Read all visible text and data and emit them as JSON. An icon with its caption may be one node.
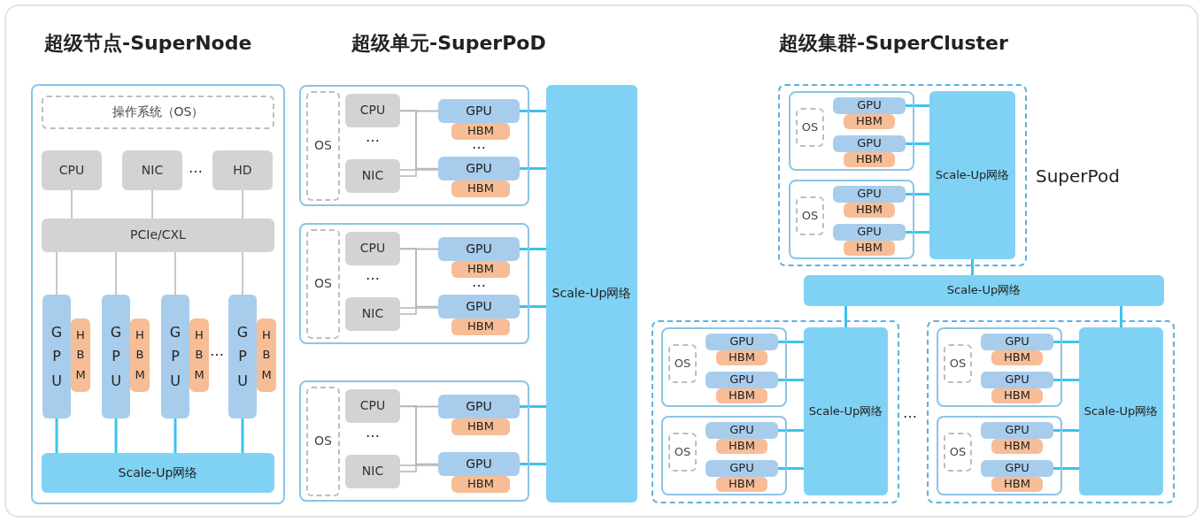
{
  "diagram": {
    "nodes": [
      {
        "text": [],
        "shape": "box"
      },
      {
        "text": [
          "操作系统（OS）"
        ],
        "in": 0
      },
      {
        "text": [
          "CPU"
        ],
        "in": 0
      },
      {
        "text": [
          "NIC"
        ],
        "in": 0
      },
      {
        "text": [
          "HD"
        ],
        "in": 0
      },
      {
        "text": [
          "PCIe/CXL"
        ],
        "in": 0
      },
      {
        "text": [
          "GPU"
        ],
        "in": 0
      },
      {
        "text": [
          "HBM"
        ],
        "in": 0
      },
      {
        "text": [
          "GPU"
        ],
        "in": 0
      },
      {
        "text": [
          "HBM"
        ],
        "in": 0
      },
      {
        "text": [
          "GPU"
        ],
        "in": 0
      },
      {
        "text": [
          "HBM"
        ],
        "in": 0
      },
      {
        "text": [
          "GPU"
        ],
        "in": 0
      },
      {
        "text": [
          "HBM"
        ],
        "in": 0
      },
      {
        "text": [
          "Scale-Up网络"
        ],
        "in": 0
      },
      {
        "text": [],
        "shape": "box"
      },
      {
        "text": [
          "OS"
        ],
        "in": 15
      },
      {
        "text": [
          "CPU"
        ],
        "in": 15
      },
      {
        "text": [
          "NIC"
        ],
        "in": 15
      },
      {
        "text": [
          "GPU"
        ],
        "in": 15
      },
      {
        "text": [
          "HBM"
        ],
        "in": 15
      },
      {
        "text": [
          "GPU"
        ],
        "in": 15
      },
      {
        "text": [
          "HBM"
        ],
        "in": 15
      },
      {
        "text": [],
        "shape": "box"
      },
      {
        "text": [
          "OS"
        ],
        "in": 23
      },
      {
        "text": [
          "CPU"
        ],
        "in": 23
      },
      {
        "text": [
          "NIC"
        ],
        "in": 23
      },
      {
        "text": [
          "GPU"
        ],
        "in": 23
      },
      {
        "text": [
          "HBM"
        ],
        "in": 23
      },
      {
        "text": [
          "GPU"
        ],
        "in": 23
      },
      {
        "text": [
          "HBM"
        ],
        "in": 23
      },
      {
        "text": [],
        "shape": "box"
      },
      {
        "text": [
          "OS"
        ],
        "in": 31
      },
      {
        "text": [
          "CPU"
        ],
        "in": 31
      },
      {
        "text": [
          "NIC"
        ],
        "in": 31
      },
      {
        "text": [
          "GPU"
        ],
        "in": 31
      },
      {
        "text": [
          "HBM"
        ],
        "in": 31
      },
      {
        "text": [
          "GPU"
        ],
        "in": 31
      },
      {
        "text": [
          "HBM"
        ],
        "in": 31
      },
      {
        "text": [
          "Scale-Up网络"
        ]
      },
      {
        "text": [],
        "shape": "box",
        "beside": [
          "SuperPod"
        ]
      },
      {
        "text": [],
        "shape": "box",
        "in": 40
      },
      {
        "text": [
          "OS"
        ],
        "in": 41
      },
      {
        "text": [
          "GPU"
        ],
        "in": 41
      },
      {
        "text": [
          "HBM"
        ],
        "in": 41
      },
      {
        "text": [
          "GPU"
        ],
        "in": 41
      },
      {
        "text": [
          "HBM"
        ],
        "in": 41
      },
      {
        "text": [],
        "shape": "box",
        "in": 40
      },
      {
        "text": [
          "OS"
        ],
        "in": 47
      },
      {
        "text": [
          "GPU"
        ],
        "in": 47
      },
      {
        "text": [
          "HBM"
        ],
        "in": 47
      },
      {
        "text": [
          "GPU"
        ],
        "in": 47
      },
      {
        "text": [
          "HBM"
        ],
        "in": 47
      },
      {
        "text": [
          "Scale-Up网络"
        ],
        "in": 40
      },
      {
        "text": [
          "Scale-Up网络"
        ]
      },
      {
        "text": [],
        "shape": "box"
      },
      {
        "text": [],
        "shape": "box",
        "in": 55
      },
      {
        "text": [
          "OS"
        ],
        "in": 56
      },
      {
        "text": [
          "GPU"
        ],
        "in": 56
      },
      {
        "text": [
          "HBM"
        ],
        "in": 56
      },
      {
        "text": [
          "GPU"
        ],
        "in": 56
      },
      {
        "text": [
          "HBM"
        ],
        "in": 56
      },
      {
        "text": [],
        "shape": "box",
        "in": 55
      },
      {
        "text": [
          "OS"
        ],
        "in": 62
      },
      {
        "text": [
          "GPU"
        ],
        "in": 62
      },
      {
        "text": [
          "HBM"
        ],
        "in": 62
      },
      {
        "text": [
          "GPU"
        ],
        "in": 62
      },
      {
        "text": [
          "HBM"
        ],
        "in": 62
      },
      {
        "text": [
          "Scale-Up网络"
        ],
        "in": 55
      },
      {
        "text": [],
        "shape": "box"
      },
      {
        "text": [],
        "shape": "box",
        "in": 69
      },
      {
        "text": [
          "OS"
        ],
        "in": 70
      },
      {
        "text": [
          "GPU"
        ],
        "in": 70
      },
      {
        "text": [
          "HBM"
        ],
        "in": 70
      },
      {
        "text": [
          "GPU"
        ],
        "in": 70
      },
      {
        "text": [
          "HBM"
        ],
        "in": 70
      },
      {
        "text": [],
        "shape": "box",
        "in": 69
      },
      {
        "text": [
          "OS"
        ],
        "in": 76
      },
      {
        "text": [
          "GPU"
        ],
        "in": 76
      },
      {
        "text": [
          "HBM"
        ],
        "in": 76
      },
      {
        "text": [
          "GPU"
        ],
        "in": 76
      },
      {
        "text": [
          "HBM"
        ],
        "in": 76
      },
      {
        "text": [
          "Scale-Up网络"
        ],
        "in": 69
      }
    ],
    "edges": [
      {
        "from": 2,
        "to": 5,
        "arrow": "none",
        "color": "#b5b5b5"
      },
      {
        "from": 3,
        "to": 5,
        "arrow": "none",
        "color": "#b5b5b5"
      },
      {
        "from": 4,
        "to": 5,
        "arrow": "none",
        "color": "#b5b5b5"
      },
      {
        "from": 5,
        "to": 6,
        "arrow": "none",
        "color": "#b5b5b5"
      },
      {
        "from": 5,
        "to": 8,
        "arrow": "none",
        "color": "#b5b5b5"
      },
      {
        "from": 5,
        "to": 10,
        "arrow": "none",
        "color": "#b5b5b5"
      },
      {
        "from": 5,
        "to": 12,
        "arrow": "none",
        "color": "#b5b5b5"
      },
      {
        "from": 6,
        "to": 14,
        "arrow": "none"
      },
      {
        "from": 8,
        "to": 14,
        "arrow": "none"
      },
      {
        "from": 10,
        "to": 14,
        "arrow": "none"
      },
      {
        "from": 12,
        "to": 14,
        "arrow": "none"
      },
      {
        "from": 17,
        "to": 19,
        "arrow": "none",
        "color": "#b5b5b5"
      },
      {
        "from": 17,
        "to": 21,
        "arrow": "none",
        "color": "#b5b5b5"
      },
      {
        "from": 18,
        "to": 19,
        "arrow": "none",
        "color": "#b5b5b5"
      },
      {
        "from": 18,
        "to": 21,
        "arrow": "none",
        "color": "#b5b5b5"
      },
      {
        "from": 19,
        "to": 39,
        "arrow": "none"
      },
      {
        "from": 21,
        "to": 39,
        "arrow": "none"
      },
      {
        "from": 25,
        "to": 27,
        "arrow": "none",
        "color": "#b5b5b5"
      },
      {
        "from": 25,
        "to": 29,
        "arrow": "none",
        "color": "#b5b5b5"
      },
      {
        "from": 26,
        "to": 27,
        "arrow": "none",
        "color": "#b5b5b5"
      },
      {
        "from": 26,
        "to": 29,
        "arrow": "none",
        "color": "#b5b5b5"
      },
      {
        "from": 27,
        "to": 39,
        "arrow": "none"
      },
      {
        "from": 29,
        "to": 39,
        "arrow": "none"
      },
      {
        "from": 33,
        "to": 35,
        "arrow": "none",
        "color": "#b5b5b5"
      },
      {
        "from": 33,
        "to": 37,
        "arrow": "none",
        "color": "#b5b5b5"
      },
      {
        "from": 34,
        "to": 35,
        "arrow": "none",
        "color": "#b5b5b5"
      },
      {
        "from": 34,
        "to": 37,
        "arrow": "none",
        "color": "#b5b5b5"
      },
      {
        "from": 35,
        "to": 39,
        "arrow": "none"
      },
      {
        "from": 37,
        "to": 39,
        "arrow": "none"
      },
      {
        "from": 43,
        "to": 53,
        "arrow": "none"
      },
      {
        "from": 45,
        "to": 53,
        "arrow": "none"
      },
      {
        "from": 49,
        "to": 53,
        "arrow": "none"
      },
      {
        "from": 51,
        "to": 53,
        "arrow": "none"
      },
      {
        "from": 53,
        "to": 54,
        "arrow": "none"
      },
      {
        "from": 54,
        "to": 68,
        "arrow": "none"
      },
      {
        "from": 54,
        "to": 82,
        "arrow": "none"
      },
      {
        "from": 58,
        "to": 68,
        "arrow": "none"
      },
      {
        "from": 60,
        "to": 68,
        "arrow": "none"
      },
      {
        "from": 64,
        "to": 68,
        "arrow": "none"
      },
      {
        "from": 66,
        "to": 68,
        "arrow": "none"
      },
      {
        "from": 72,
        "to": 82,
        "arrow": "none"
      },
      {
        "from": 74,
        "to": 82,
        "arrow": "none"
      },
      {
        "from": 78,
        "to": 82,
        "arrow": "none"
      },
      {
        "from": 80,
        "to": 82,
        "arrow": "none"
      }
    ],
    "labels": [
      "超级节点-SuperNode",
      "超级单元-SuperPoD",
      "超级集群-SuperCluster",
      "…",
      "…",
      "…",
      "…",
      "…",
      "…",
      "…",
      "…"
    ]
  }
}
